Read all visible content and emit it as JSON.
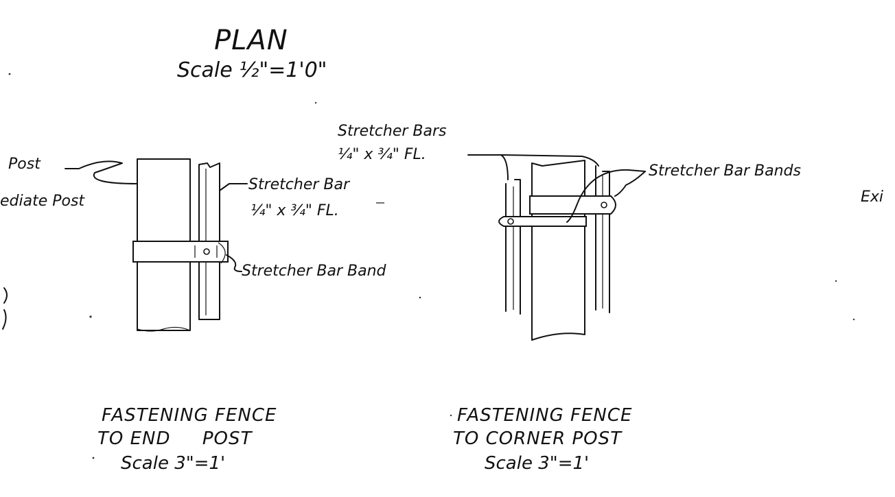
{
  "plan": {
    "title": "PLAN",
    "scale": "Scale ½\"=1'0\""
  },
  "end_post_detail": {
    "labels": {
      "post": "Post",
      "intermediate_post": "ediate Post",
      "stretcher_bar": "Stretcher Bar",
      "stretcher_bar_size": "¼\" x ¾\" FL.",
      "stretcher_bar_band": "Stretcher Bar Band"
    },
    "caption_line1": "FASTENING FENCE",
    "caption_line2": "TO END     POST",
    "caption_scale": "Scale 3\"=1'"
  },
  "corner_post_detail": {
    "labels": {
      "stretcher_bars": "Stretcher Bars",
      "stretcher_bars_size": "¼\" x ¾\" FL.",
      "stretcher_bar_bands": "Stretcher Bar Bands",
      "existing_cut": "Exi"
    },
    "caption_line1": "FASTENING FENCE",
    "caption_line2": "TO CORNER POST",
    "caption_scale": "Scale 3\"=1'"
  }
}
